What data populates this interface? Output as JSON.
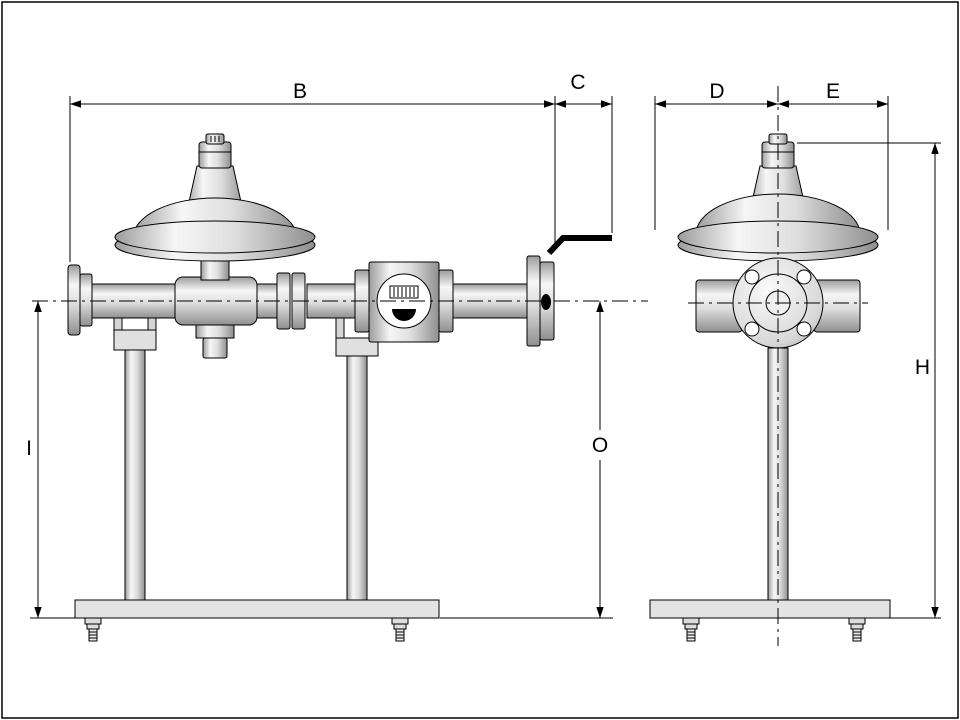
{
  "drawing": {
    "dimension_labels": {
      "B": "B",
      "C": "C",
      "D": "D",
      "E": "E",
      "H": "H",
      "I": "I",
      "O": "O"
    },
    "colors": {
      "background": "#ffffff",
      "outline": "#000000",
      "metal_highlight": "#f6f6f6",
      "metal_mid": "#dedede",
      "metal_shadow": "#8f8f8f",
      "panel_fill": "#e3e3e3",
      "valve_handle": "#000000"
    }
  }
}
